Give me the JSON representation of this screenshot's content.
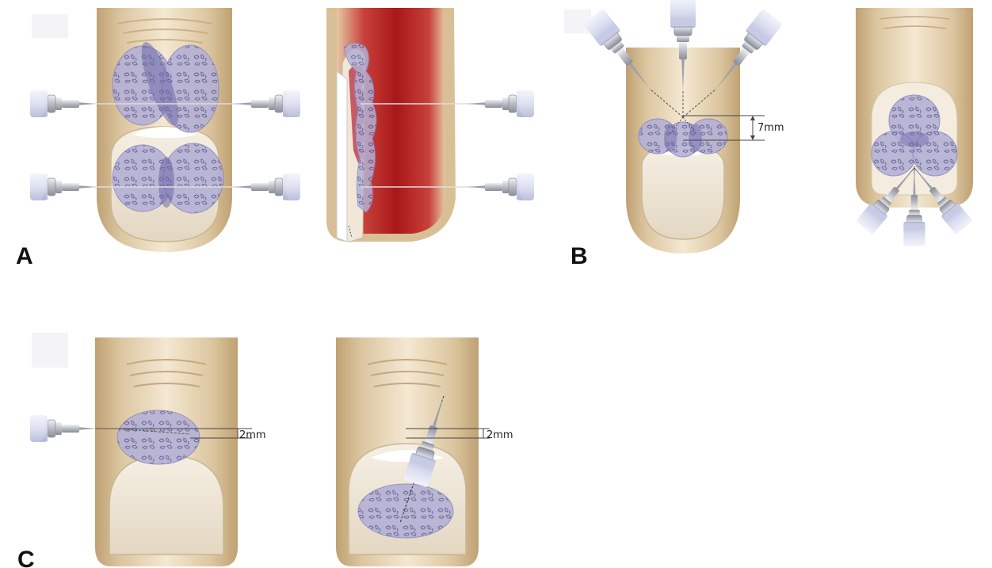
{
  "panels": [
    {
      "label": "A"
    },
    {
      "label": "B",
      "dimension": "7mm"
    },
    {
      "label": "C",
      "dimension_1": "2mm",
      "dimension_2": "2mm"
    }
  ],
  "colors": {
    "skin_light": "#f3e6cf",
    "skin_mid": "#dcc49c",
    "skin_dark": "#bd9f70",
    "nail": "#ece4d6",
    "lunula": "#ffffff",
    "anesthetic_blob": "#b5b2d6",
    "anesthetic_stroke": "#8e88c0",
    "needle_hub": "#e6e8f4",
    "needle_metal": "#cfd2d8",
    "flesh_red": "#b0201c",
    "matrix_pink": "#c95a63"
  },
  "icons": [
    "syringe-icon",
    "needle-icon",
    "finger-icon",
    "nail-plate-icon"
  ]
}
